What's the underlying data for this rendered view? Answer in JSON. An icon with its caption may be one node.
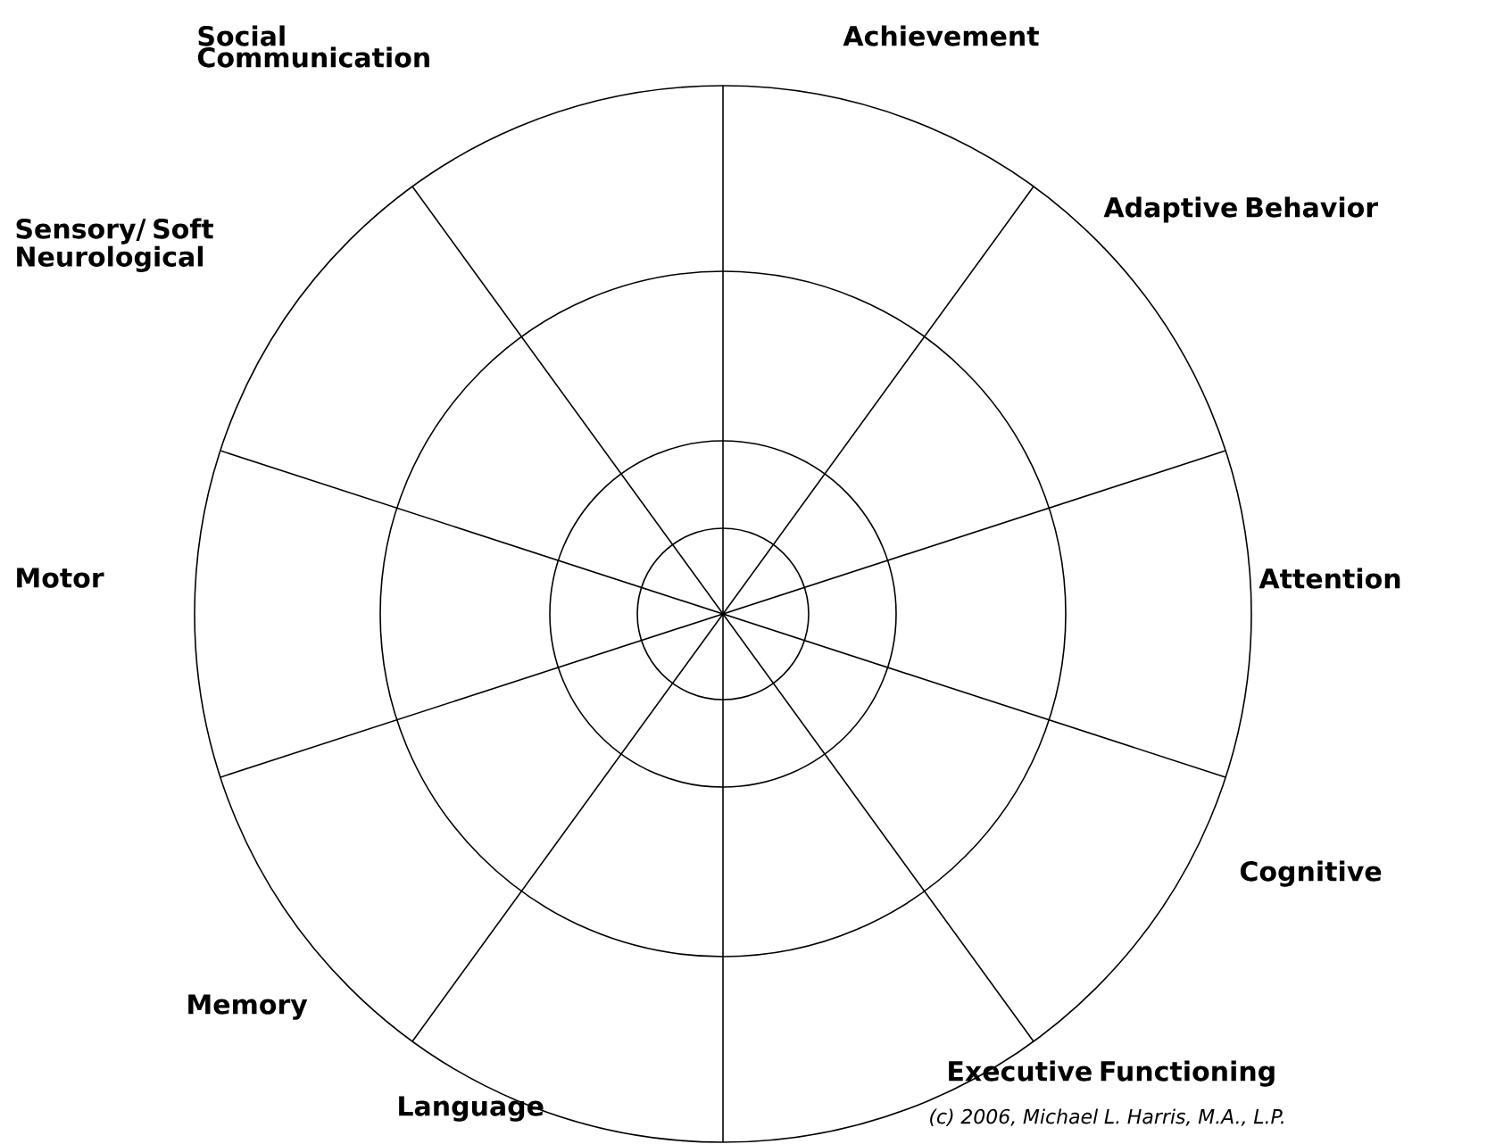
{
  "diagram": {
    "labels": [
      "Social Communication",
      "Achievement",
      "Sensory/ Soft Neurological",
      "Adaptive Behavior",
      "Motor",
      "Attention",
      "Cognitive",
      "Memory",
      "Language",
      "Executive Functioning",
      "(c) 2006, Michael L. Harris, M.A., L.P."
    ]
  }
}
